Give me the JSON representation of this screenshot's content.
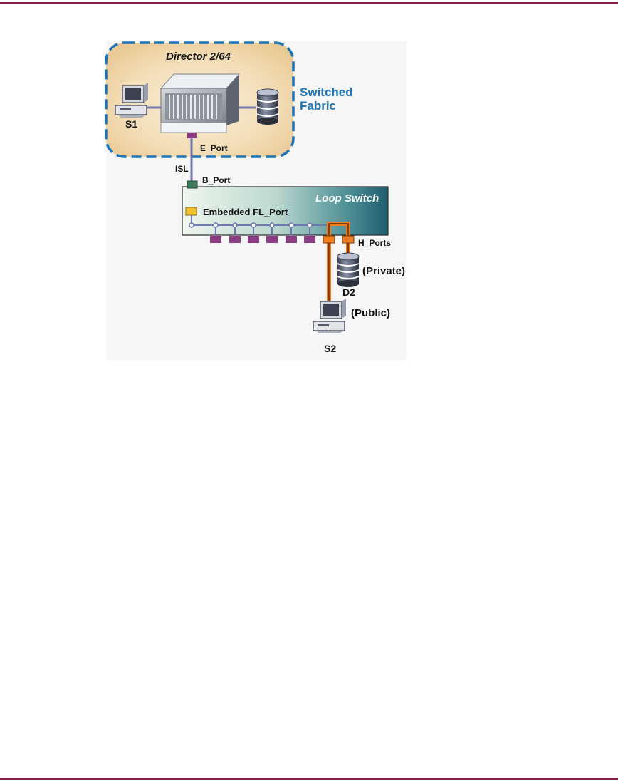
{
  "labels": {
    "director": "Director 2/64",
    "switched_fabric_line1": "Switched",
    "switched_fabric_line2": "Fabric",
    "s1": "S1",
    "e_port": "E_Port",
    "isl": "ISL",
    "b_port": "B_Port",
    "loop_switch": "Loop Switch",
    "embedded_fl_port": "Embedded FL_Port",
    "h_ports": "H_Ports",
    "private": "(Private)",
    "d2": "D2",
    "public": "(Public)",
    "s2": "S2"
  },
  "colors": {
    "rule": "#8a1b4e",
    "fabric_border": "#1b73b8",
    "fabric_text": "#1b73b8",
    "link_line": "#6f78b0",
    "port_purple": "#8b3f82",
    "port_yellow": "#f2c12e",
    "port_green": "#3c7a5a",
    "highlight_orange": "#f07d1e",
    "loop_switch_title": "#ffffff"
  },
  "icons": [
    "director-chassis-icon",
    "workstation-icon",
    "disk-stack-icon"
  ]
}
